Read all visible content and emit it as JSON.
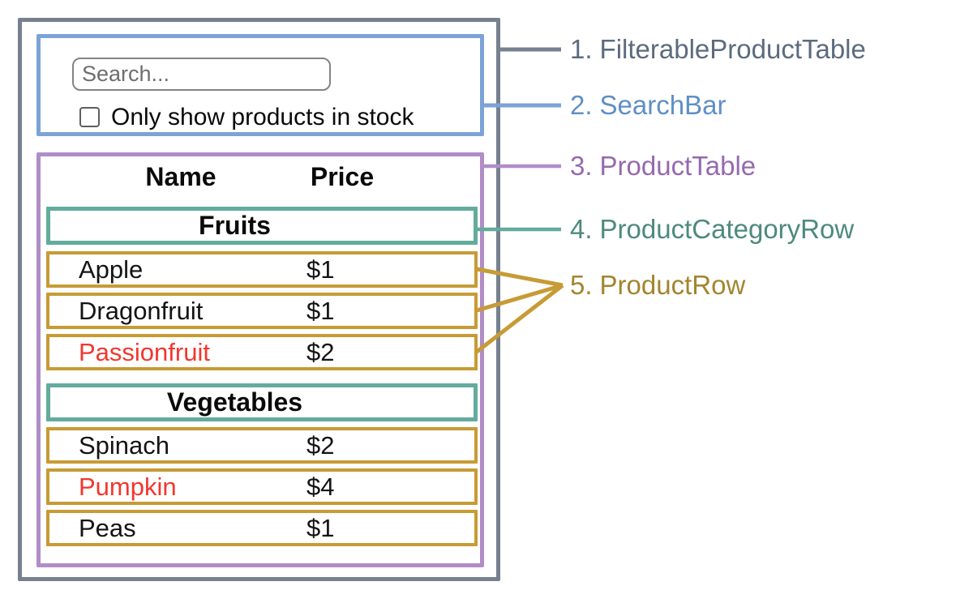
{
  "component_labels": [
    {
      "number": "1.",
      "name": "FilterableProductTable",
      "color": "#5c6b7e"
    },
    {
      "number": "2.",
      "name": "SearchBar",
      "color": "#5f8fc6"
    },
    {
      "number": "3.",
      "name": "ProductTable",
      "color": "#9669af"
    },
    {
      "number": "4.",
      "name": "ProductCategoryRow",
      "color": "#4d8a7d"
    },
    {
      "number": "5.",
      "name": "ProductRow",
      "color": "#a3852f"
    }
  ],
  "search_bar": {
    "placeholder": "Search...",
    "checkbox_label": "Only show products in stock",
    "checkbox_checked": false
  },
  "product_table": {
    "name_header": "Name",
    "price_header": "Price",
    "sections": [
      {
        "category": "Fruits",
        "rows": [
          {
            "name": "Apple",
            "price": "$1",
            "name_color": "#141414"
          },
          {
            "name": "Dragonfruit",
            "price": "$1",
            "name_color": "#141414"
          },
          {
            "name": "Passionfruit",
            "price": "$2",
            "name_color": "#f3362d"
          }
        ]
      },
      {
        "category": "Vegetables",
        "rows": [
          {
            "name": "Spinach",
            "price": "$2",
            "name_color": "#141414"
          },
          {
            "name": "Pumpkin",
            "price": "$4",
            "name_color": "#f3362d"
          },
          {
            "name": "Peas",
            "price": "$1",
            "name_color": "#141414"
          }
        ]
      }
    ]
  },
  "colors": {
    "filterable_product_table_border": "#76808f",
    "search_bar_border": "#7ba3d7",
    "product_table_border": "#b18cc7",
    "product_category_row_border": "#63ab9d",
    "product_row_border": "#c79b35",
    "out_of_stock_text": "#f3362d",
    "background": "#ffffff"
  }
}
